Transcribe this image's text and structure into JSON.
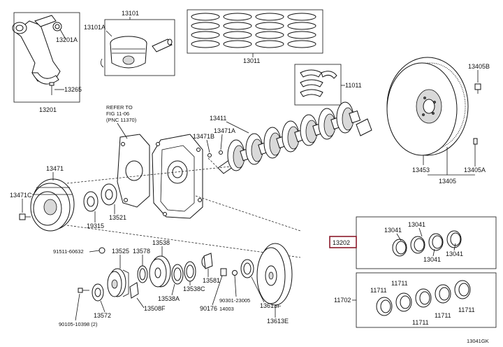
{
  "labels": {
    "p13201A": "13201A",
    "p13265": "13265",
    "p13201": "13201",
    "p13101": "13101",
    "p13101A": "13101A",
    "p13011": "13011",
    "p11011": "11011",
    "p13405B": "13405B",
    "p13453": "13453",
    "p13405": "13405",
    "p13405A": "13405A",
    "ref1": "REFER TO",
    "ref2": "FIG 11-06",
    "ref3": "(PNC 11370)",
    "p13411": "13411",
    "p13471B": "13471B",
    "p13471A": "13471A",
    "p13471": "13471",
    "p13471C": "13471C",
    "p19315": "19315",
    "p13521": "13521",
    "p13041a": "13041",
    "p13041b": "13041",
    "p13041c": "13041",
    "p13041d": "13041",
    "p13202": "13202",
    "p91511": "91511-60632",
    "p13525": "13525",
    "p13578": "13578",
    "p13538": "13538",
    "p13538C": "13538C",
    "p13538A": "13538A",
    "p13581": "13581",
    "p90301": "90301-23005",
    "p90176": "90176",
    "p14003": "14003",
    "p13613F": "13613F",
    "p13613E": "13613E",
    "p13508F": "13508F",
    "p13572": "13572",
    "p90105": "90105-10398 (2)",
    "p11711a": "11711",
    "p11711b": "11711",
    "p11711c": "11711",
    "p11711d": "11711",
    "p11711e": "11711",
    "p11702": "11702",
    "fig": "13041GK"
  },
  "colors": {
    "highlight": "#8b1a2b",
    "ink": "#111111"
  }
}
